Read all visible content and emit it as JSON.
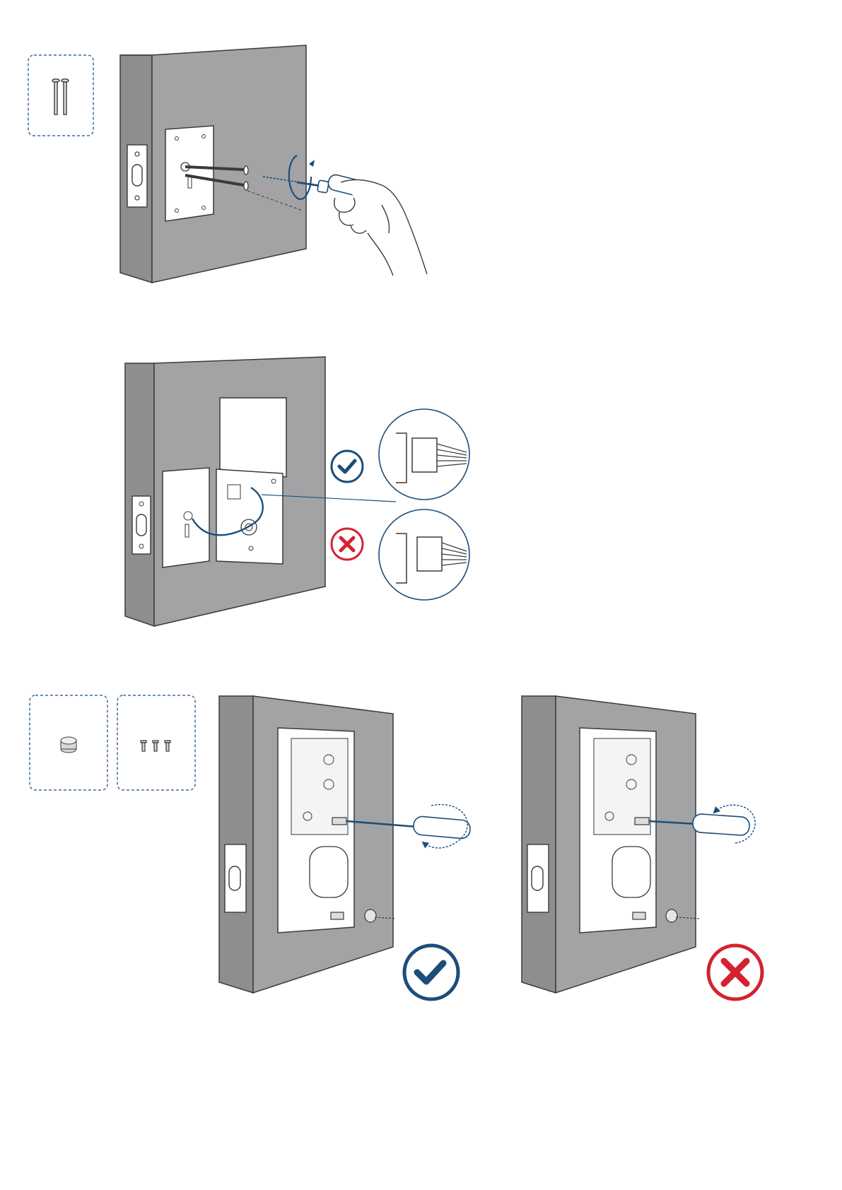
{
  "colors": {
    "door_front": "#a3a3a5",
    "door_edge": "#8e8e90",
    "line": "#3a3a3a",
    "accent_blue": "#1b4e7a",
    "error_red": "#d42230",
    "box_dash": "#3d6b96",
    "plate": "#ffffff"
  },
  "icons": {
    "correct": "checkmark-circle-icon",
    "incorrect": "cross-circle-icon"
  },
  "steps": [
    {
      "name": "step-1",
      "parts": [
        "long-screws"
      ]
    },
    {
      "name": "step-2",
      "connector_states": [
        "correct",
        "incorrect"
      ]
    },
    {
      "name": "step-3",
      "parts": [
        "cover-cap",
        "short-screws"
      ],
      "outcomes": [
        "correct",
        "incorrect"
      ]
    }
  ]
}
